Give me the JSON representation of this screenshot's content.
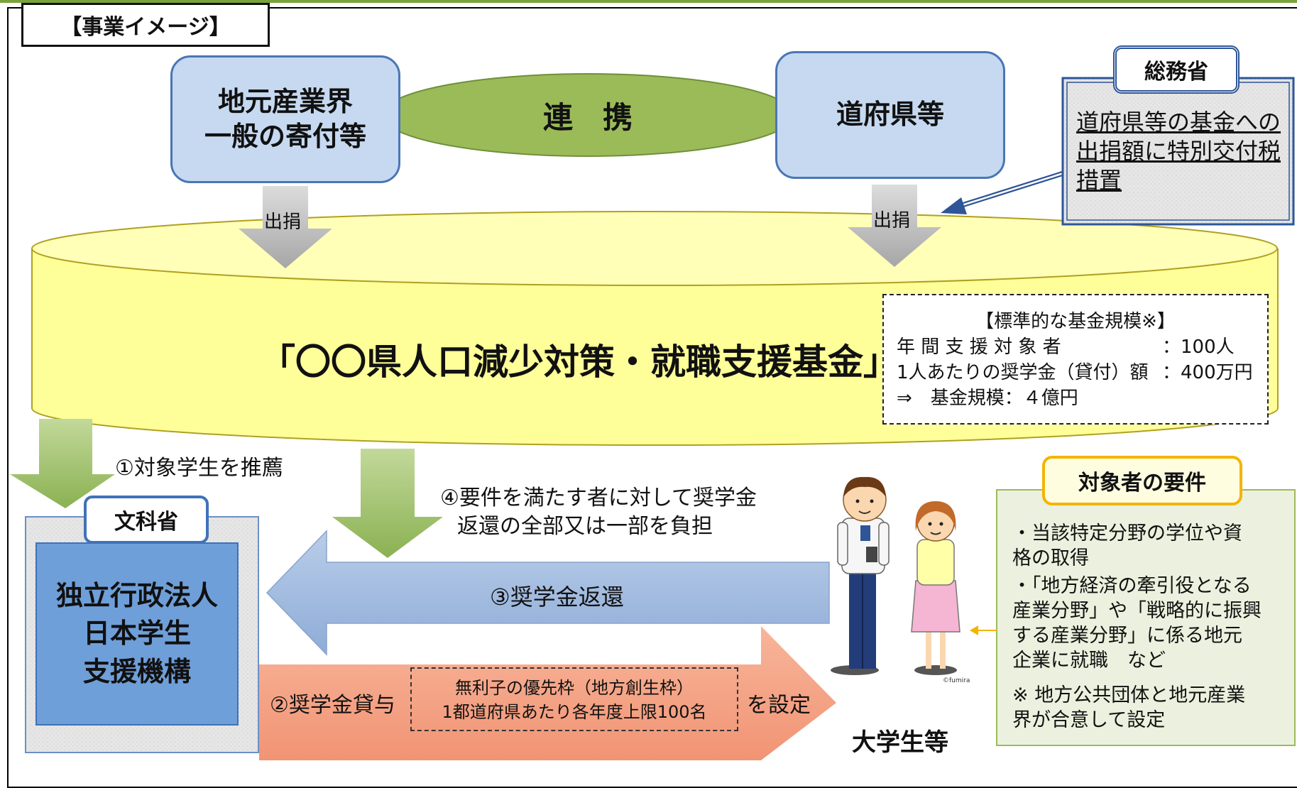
{
  "header": {
    "title": "【事業イメージ】"
  },
  "parties": {
    "local_industry": "地元産業界\n一般の寄付等",
    "prefecture": "道府県等",
    "partnership": "連　携"
  },
  "mic": {
    "label": "総務省",
    "text": "道府県等の基金への出捐額に特別交付税措置"
  },
  "donation_label_left": "出捐",
  "donation_label_right": "出捐",
  "fund": {
    "name": "「〇〇県人口減少対策・就職支援基金」",
    "scale_box": {
      "title": "【標準的な基金規模※】",
      "row1_label": "年 間 支 援 対 象 者",
      "row1_value": "：100人",
      "row2_label": "1人あたりの奨学金（貸付）額",
      "row2_value": "：400万円",
      "row3": "⇒　基金規模：４億円"
    }
  },
  "steps": {
    "step1": "①対象学生を推薦",
    "step2": "②奨学金貸与",
    "step3": "③奨学金返還",
    "step4_line1": "④要件を満たす者に対して奨学金",
    "step4_line2": "返還の全部又は一部を負担",
    "setting_suffix": "を設定",
    "priority_line1": "無利子の優先枠（地方創生枠）",
    "priority_line2": "1都道府県あたり各年度上限100名"
  },
  "mext": {
    "label": "文科省",
    "org": "独立行政法人\n日本学生\n支援機構"
  },
  "students": {
    "label": "大学生等",
    "credit": "©fumira"
  },
  "requirements": {
    "title": "対象者の要件",
    "item1": "・当該特定分野の学位や資\n格の取得",
    "item2": "・「地方経済の牽引役となる\n産業分野」や「戦略的に振興\nする産業分野」に係る地元\n企業に就職　など",
    "note": "※ 地方公共団体と地元産業\n界が合意して設定"
  },
  "colors": {
    "light_blue": "#c6d9f1",
    "blue_border": "#4a76b5",
    "fund_yellow": "#ffff99",
    "arrow_green": "#9bbb59",
    "arrow_orange": "#f4a582",
    "req_bg": "#ebf1de",
    "req_border": "#f4b400"
  }
}
